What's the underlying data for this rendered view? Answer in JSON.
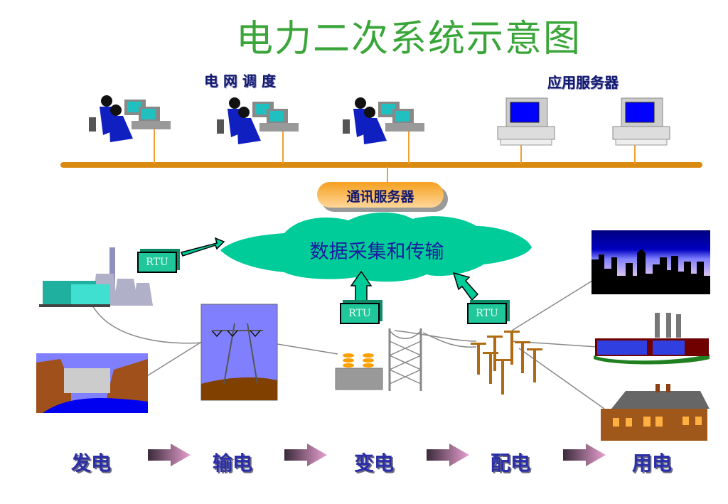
{
  "title": "电力二次系统示意图",
  "headers": {
    "dispatch": "电 网 调 度",
    "app_servers": "应用服务器"
  },
  "comm_server": "通讯服务器",
  "cloud_label": "数据采集和传输",
  "rtu_label": "RTU",
  "stages": [
    "发电",
    "输电",
    "变电",
    "配电",
    "用电"
  ],
  "colors": {
    "title": "#3aa63a",
    "bus": "#e08a10",
    "cloud": "#00cc99",
    "stage_text": "#2a2ea8"
  }
}
